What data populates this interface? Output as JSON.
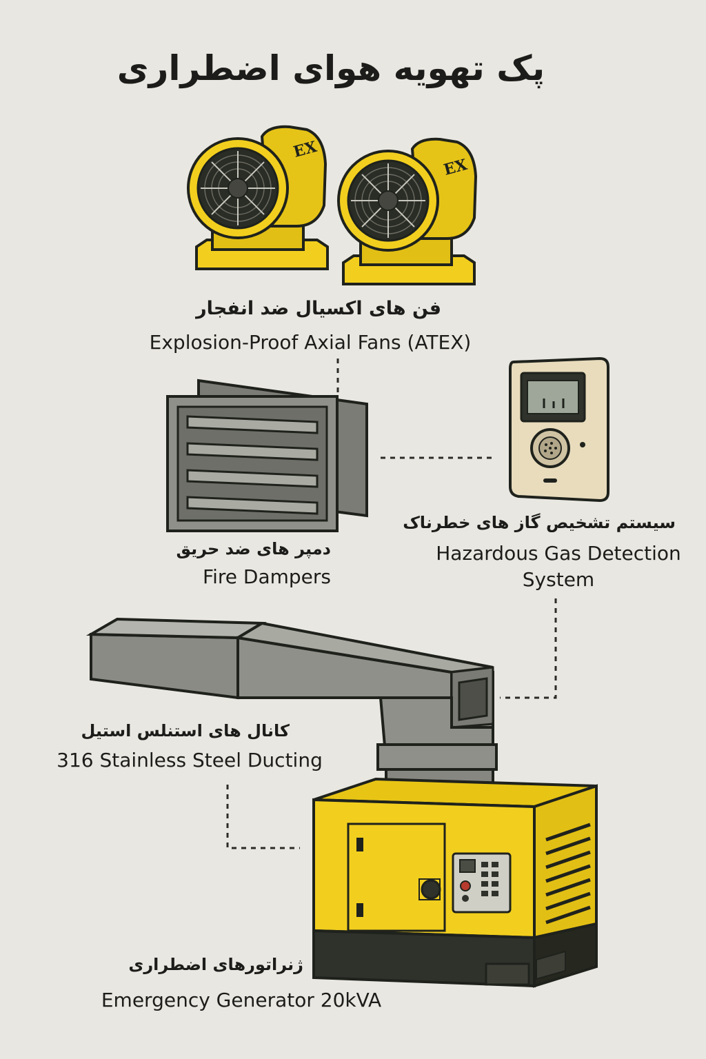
{
  "title": "پک تهویه هوای اضطراری",
  "fans": {
    "label_fa": "فن های اکسیال  ضد انفجار",
    "label_en": "Explosion-Proof Axial Fans (ATEX)",
    "badge": "EX",
    "count": 2
  },
  "dampers": {
    "label_fa": "دمپر های ضد حریق",
    "label_en": "Fire Dampers"
  },
  "gas_detection": {
    "label_fa": "سیستم  تشخیص گاز های خطرناک",
    "label_en_line1": "Hazardous Gas Detection",
    "label_en_line2": "System"
  },
  "ducting": {
    "label_fa": "کانال های استنلس استیل",
    "label_en": "316 Stainless Steel Ducting"
  },
  "generator": {
    "label_fa": "ژنراتورهای اضطراری",
    "label_en": "Emergency Generator 20kVA"
  },
  "colors": {
    "background": "#e9e7e1",
    "equipment_yellow": "#f2cf1e",
    "outline": "#1f221c",
    "steel_gray": "#8f9089",
    "panel_beige": "#e8dcbd",
    "fan_grill": "#2a2c26"
  }
}
